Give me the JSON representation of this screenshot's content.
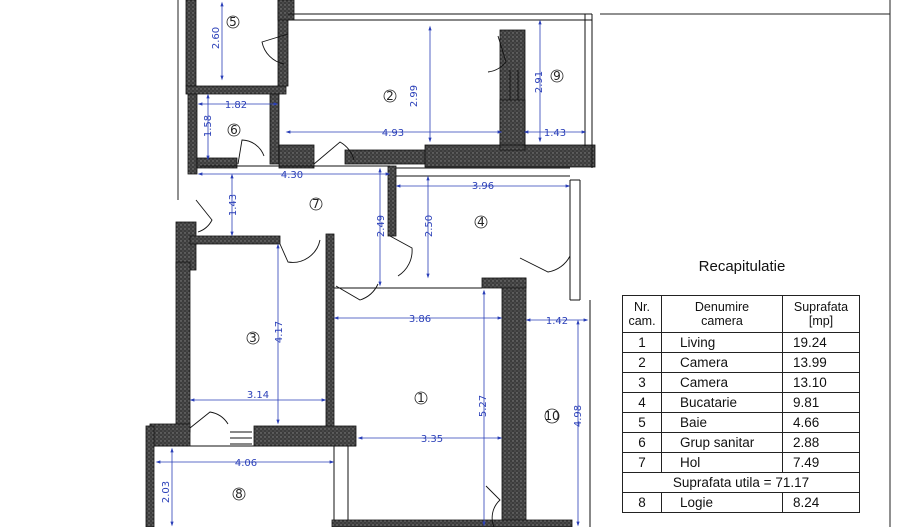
{
  "summary": {
    "title": "Recapitulatie",
    "headers": {
      "nr": "Nr.\ncam.",
      "name": "Denumire\ncamera",
      "area": "Suprafata\n[mp]"
    },
    "rows": [
      {
        "nr": "1",
        "name": "Living",
        "area": "19.24"
      },
      {
        "nr": "2",
        "name": "Camera",
        "area": "13.99"
      },
      {
        "nr": "3",
        "name": "Camera",
        "area": "13.10"
      },
      {
        "nr": "4",
        "name": "Bucatarie",
        "area": "9.81"
      },
      {
        "nr": "5",
        "name": "Baie",
        "area": "4.66"
      },
      {
        "nr": "6",
        "name": "Grup sanitar",
        "area": "2.88"
      },
      {
        "nr": "7",
        "name": "Hol",
        "area": "7.49"
      }
    ],
    "total_label": "Suprafata utila = 71.17",
    "extra_rows": [
      {
        "nr": "8",
        "name": "Logie",
        "area": "8.24"
      }
    ]
  },
  "plan": {
    "room_labels": [
      "1",
      "2",
      "3",
      "4",
      "5",
      "6",
      "7",
      "8",
      "9",
      "10"
    ],
    "dimensions": {
      "d_2_60": "2.60",
      "d_2_99": "2.99",
      "d_2_91": "2.91",
      "d_1_82": "1.82",
      "d_1_58": "1.58",
      "d_4_93": "4.93",
      "d_1_43a": "1.43",
      "d_4_30": "4.30",
      "d_3_96": "3.96",
      "d_1_43b": "1.43",
      "d_2_49": "2.49",
      "d_2_50": "2.50",
      "d_4_17": "4.17",
      "d_3_86": "3.86",
      "d_1_42": "1.42",
      "d_3_14": "3.14",
      "d_5_27": "5.27",
      "d_4_98": "4.98",
      "d_3_35": "3.35",
      "d_4_06": "4.06",
      "d_2_03": "2.03"
    }
  },
  "colors": {
    "wall": "#4a4a4a",
    "dimension": "#2a3fb8",
    "line": "#111111"
  }
}
